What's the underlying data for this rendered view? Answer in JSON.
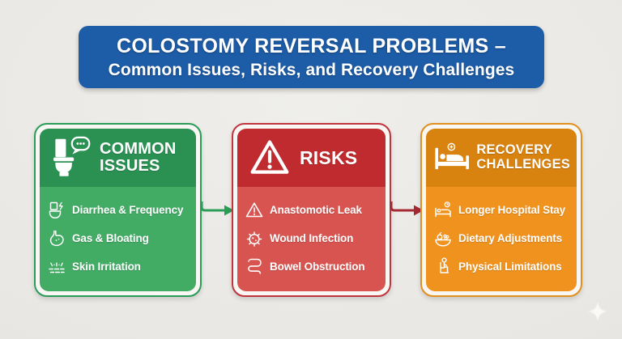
{
  "background_color": "#e9e7e3",
  "banner": {
    "title_line1": "COLOSTOMY REVERSAL PROBLEMS –",
    "title_line2": "Common Issues, Risks, and Recovery Challenges",
    "background": "#1d5ca7",
    "text_color": "#ffffff"
  },
  "cards": [
    {
      "id": "common-issues",
      "header_icon": "toilet-chat-icon",
      "title_lines": [
        "COMMON",
        "ISSUES"
      ],
      "colors": {
        "border": "#2a9c58",
        "header_bg": "#2a9153",
        "body_bg": "#42ab64",
        "text": "#ffffff"
      },
      "items": [
        {
          "icon": "toilet-lightning-icon",
          "label": "Diarrhea & Frequency"
        },
        {
          "icon": "stomach-icon",
          "label": "Gas & Bloating"
        },
        {
          "icon": "skin-irritation-icon",
          "label": "Skin Irritation"
        }
      ]
    },
    {
      "id": "risks",
      "header_icon": "warning-triangle-icon",
      "title_lines": [
        "RISKS"
      ],
      "colors": {
        "border": "#c2343c",
        "header_bg": "#bf2b2e",
        "body_bg": "#d85450",
        "text": "#ffffff"
      },
      "items": [
        {
          "icon": "warning-triangle-small-icon",
          "label": "Anastomotic Leak"
        },
        {
          "icon": "germ-icon",
          "label": "Wound Infection"
        },
        {
          "icon": "intestine-icon",
          "label": "Bowel Obstruction"
        }
      ]
    },
    {
      "id": "recovery-challenges",
      "header_icon": "hospital-bed-icon",
      "title_lines": [
        "RECOVERY",
        "CHALLENGES"
      ],
      "colors": {
        "border": "#e18f1f",
        "header_bg": "#d8820f",
        "body_bg": "#f0921e",
        "text": "#ffffff"
      },
      "items": [
        {
          "icon": "hospital-bed-clock-icon",
          "label": "Longer Hospital Stay"
        },
        {
          "icon": "diet-bowl-icon",
          "label": "Dietary Adjustments"
        },
        {
          "icon": "person-sitting-icon",
          "label": "Physical Limitations"
        }
      ]
    }
  ],
  "arrows": [
    {
      "from": "common-issues",
      "to": "risks",
      "color": "#2a9d57"
    },
    {
      "from": "risks",
      "to": "recovery-challenges",
      "color": "#a32a33"
    }
  ],
  "decoration": {
    "sparkle_color": "#fbfaf6"
  }
}
